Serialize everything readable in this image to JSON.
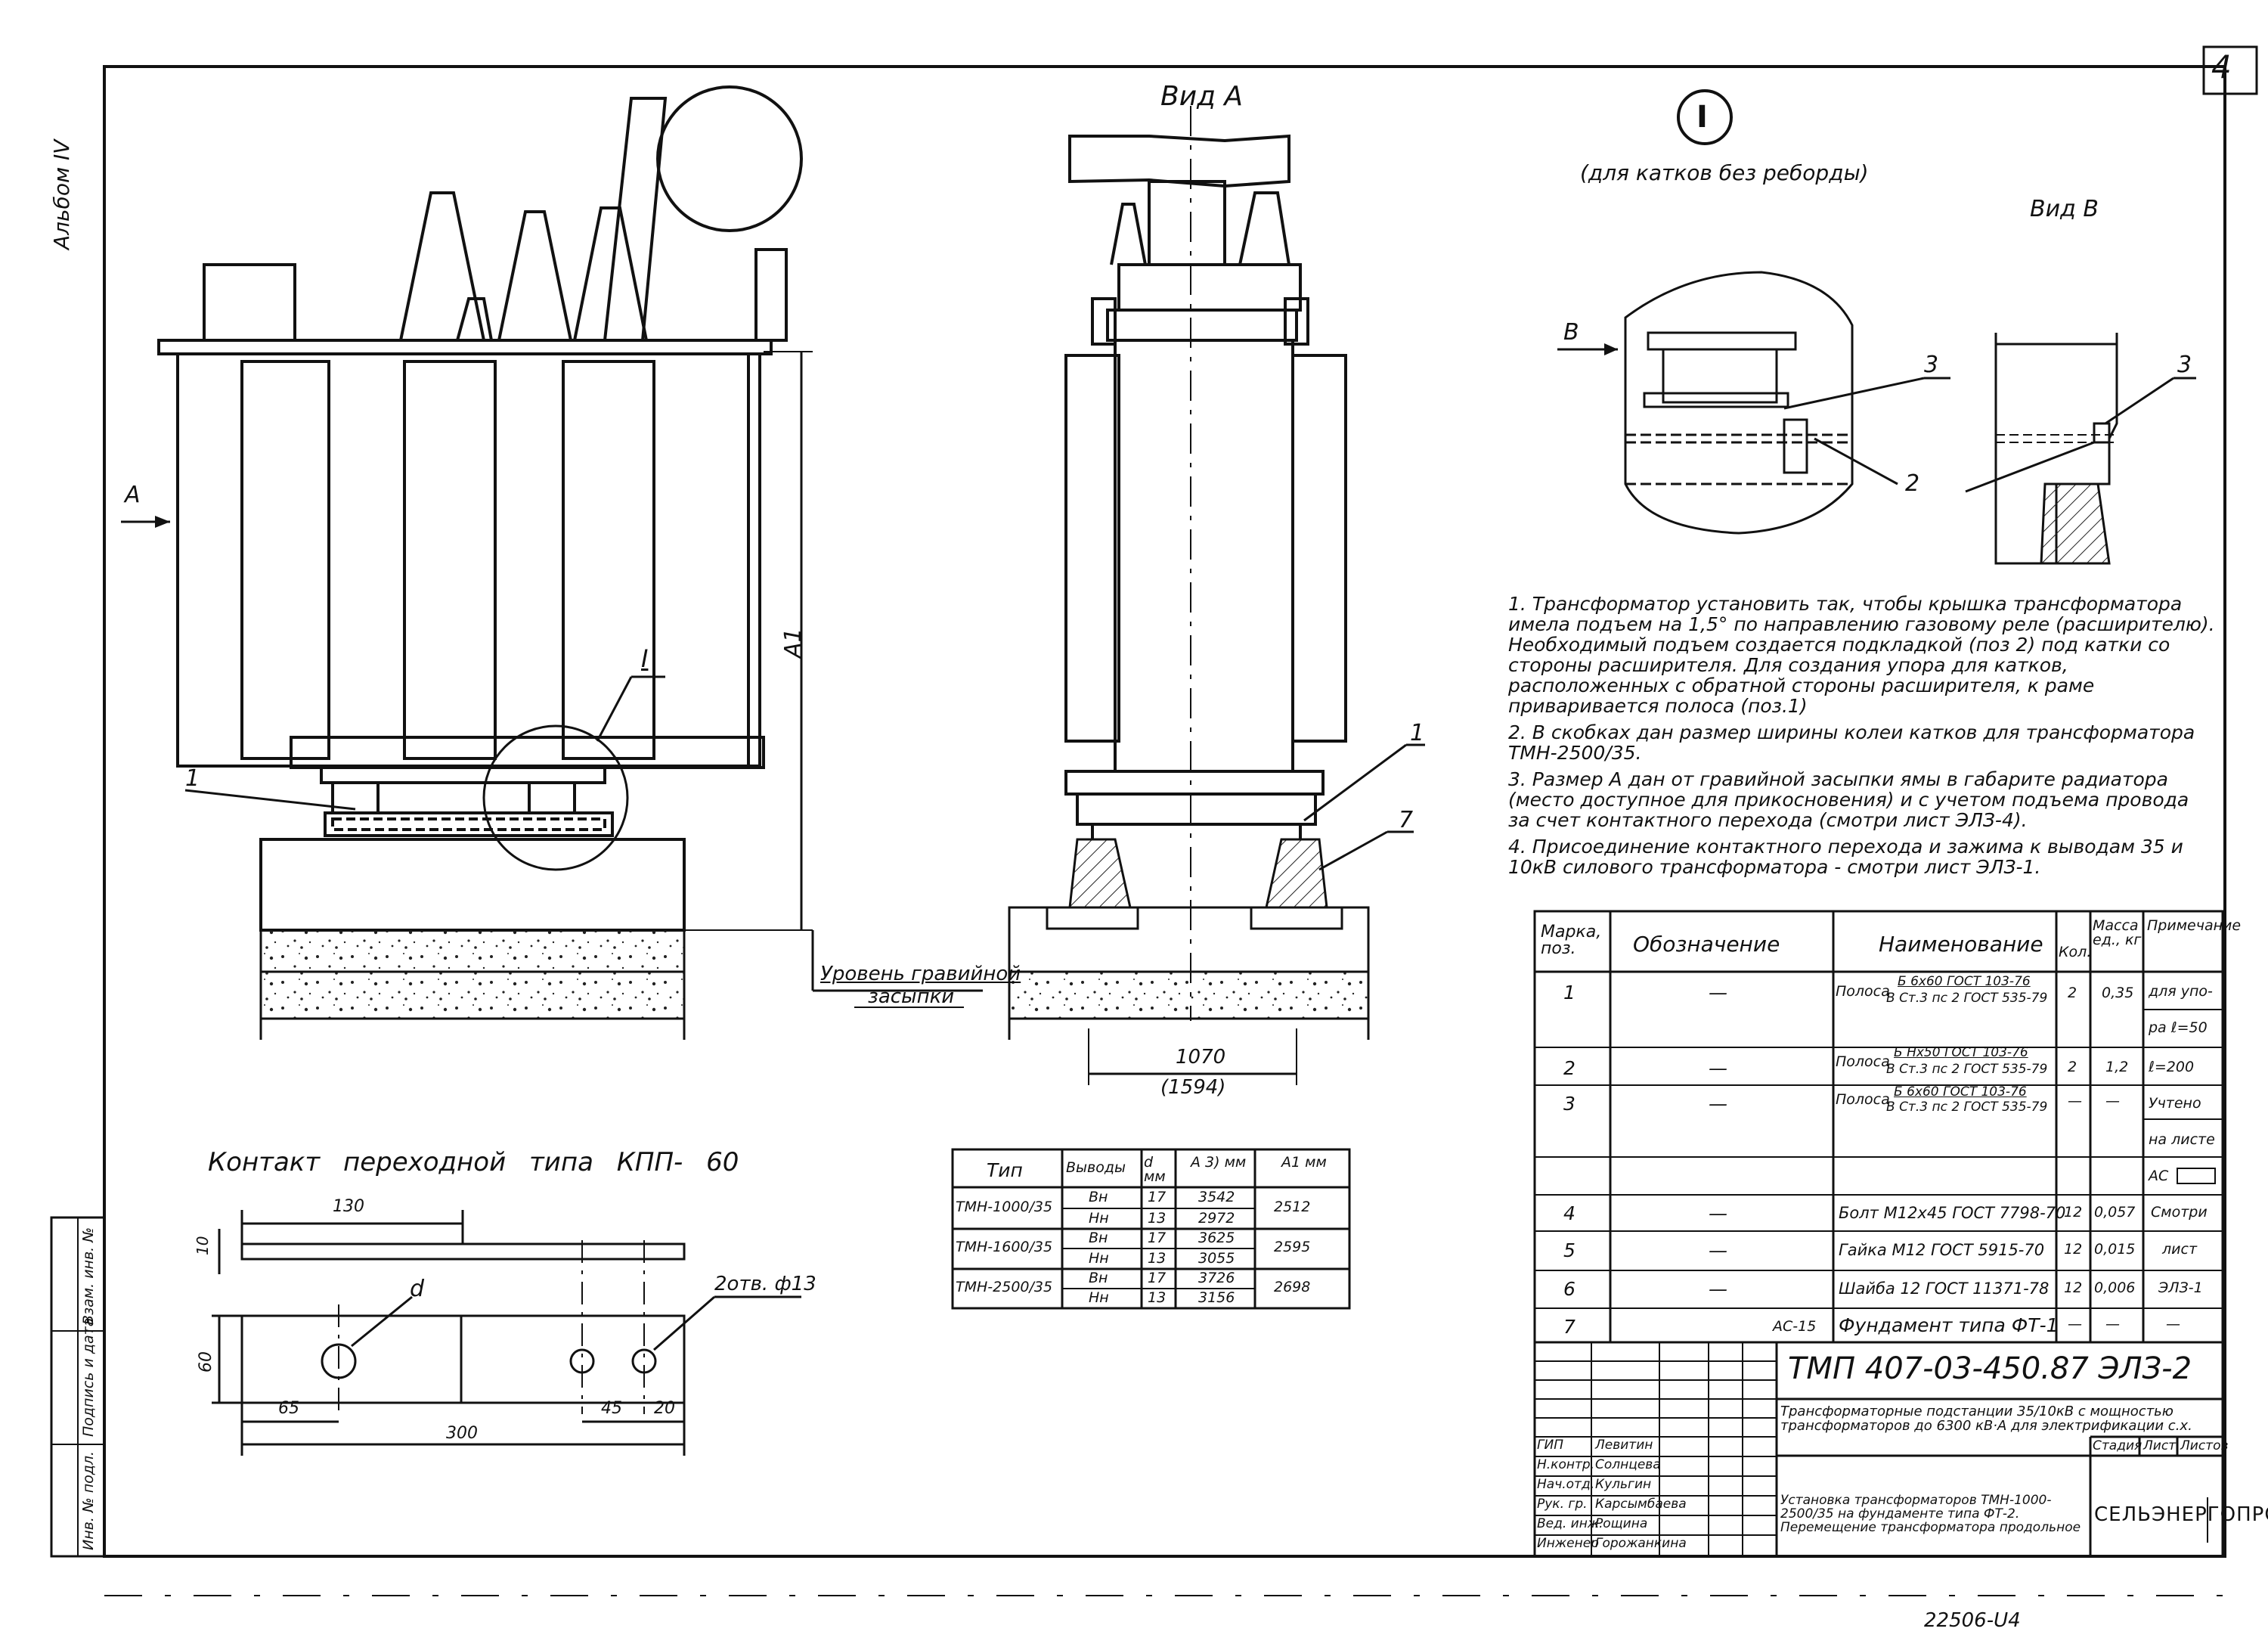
{
  "sheet": {
    "number": "4",
    "album": "Альбом IV",
    "code_bottom": "22506-U4"
  },
  "views": {
    "view_a": "Вид А",
    "view_b": "Вид В",
    "detail_mark": "I",
    "detail_caption": "(для катков без реборды)",
    "arrow_a": "А",
    "arrow_b": "В",
    "dim_a1": "А1",
    "detail_ref": "I",
    "ground_level_1": "Уровень гравийной",
    "ground_level_2": "засыпки",
    "gauge": "1070",
    "gauge_alt": "(1594)"
  },
  "callouts": {
    "c1": "1",
    "c1b": "1",
    "c7": "7",
    "c2": "2",
    "c3a": "3",
    "c3b": "3"
  },
  "contact": {
    "title": "Контакт переходной типа КПП- 60",
    "dim_130": "130",
    "dim_10": "10",
    "dim_60": "60",
    "dim_65": "65",
    "dim_300": "300",
    "dim_45": "45",
    "dim_20": "20",
    "label_d": "d",
    "holes": "2отв. ф13"
  },
  "notes": [
    "1. Трансформатор установить так, чтобы крышка трансформатора имела подъем на 1,5° по направлению газовому реле (расширителю). Необходимый подъем создается подкладкой (поз 2) под катки со стороны расширителя. Для создания упора для катков, расположенных с обратной стороны расширителя, к раме приваривается полоса (поз.1)",
    "2. В скобках дан размер ширины колеи катков для трансформатора ТМН-2500/35.",
    "3. Размер А дан от гравийной засыпки ямы в габарите радиатора (место доступное для прикосновения) и с учетом подъема провода за счет контактного перехода (смотри лист ЭЛЗ-4).",
    "4. Присоединение контактного перехода и зажима к выводам 35 и 10кВ силового трансформатора - смотри лист ЭЛЗ-1."
  ],
  "sizes_table": {
    "headers": [
      "Тип",
      "Выводы",
      "d мм",
      "А 3) мм",
      "А1 мм"
    ],
    "rows": [
      {
        "type": "ТМН-1000/35",
        "out1": "Вн",
        "out2": "Нн",
        "d1": "17",
        "d2": "13",
        "a1": "3542",
        "a2": "2972",
        "a1val": "2512"
      },
      {
        "type": "ТМН-1600/35",
        "out1": "Вн",
        "out2": "Нн",
        "d1": "17",
        "d2": "13",
        "a1": "3625",
        "a2": "3055",
        "a1val": "2595"
      },
      {
        "type": "ТМН-2500/35",
        "out1": "Вн",
        "out2": "Нн",
        "d1": "17",
        "d2": "13",
        "a1": "3726",
        "a2": "3156",
        "a1val": "2698"
      }
    ]
  },
  "spec_table": {
    "headers": {
      "pos": "Марка, поз.",
      "designation": "Обозначение",
      "name": "Наименование",
      "qty": "Кол.",
      "mass": "Масса ед., кг",
      "note": "Примечание"
    },
    "rows": [
      {
        "pos": "1",
        "designation": "—",
        "name_main": "Полоса",
        "name_top": "Б 6x60 ГОСТ 103-76",
        "name_bot": "В Ст.3 пс 2 ГОСТ 535-79",
        "qty": "2",
        "mass": "0,35",
        "note": "для упо-"
      },
      {
        "pos": "",
        "designation": "",
        "name_main": "",
        "name_top": "",
        "name_bot": "",
        "qty": "",
        "mass": "",
        "note": "ра ℓ=50"
      },
      {
        "pos": "2",
        "designation": "—",
        "name_main": "Полоса",
        "name_top": "Б Нх50 ГОСТ 103-76",
        "name_bot": "В Ст.3 пс 2 ГОСТ 535-79",
        "qty": "2",
        "mass": "1,2",
        "note": "ℓ=200"
      },
      {
        "pos": "3",
        "designation": "—",
        "name_main": "Полоса",
        "name_top": "Б 6x60 ГОСТ 103-76",
        "name_bot": "В Ст.3 пс 2 ГОСТ 535-79",
        "qty": "—",
        "mass": "—",
        "note": "Учтено"
      },
      {
        "pos": "",
        "designation": "",
        "name_main": "",
        "name_top": "",
        "name_bot": "",
        "qty": "",
        "mass": "",
        "note": "на листе"
      },
      {
        "pos": "",
        "designation": "",
        "name_main": "",
        "name_top": "",
        "name_bot": "",
        "qty": "",
        "mass": "",
        "note": "АС"
      },
      {
        "pos": "4",
        "designation": "—",
        "name_main": "Болт М12х45 ГОСТ 7798-70",
        "name_top": "",
        "name_bot": "",
        "qty": "12",
        "mass": "0,057",
        "note": "Смотри"
      },
      {
        "pos": "5",
        "designation": "—",
        "name_main": "Гайка М12 ГОСТ 5915-70",
        "name_top": "",
        "name_bot": "",
        "qty": "12",
        "mass": "0,015",
        "note": "лист"
      },
      {
        "pos": "6",
        "designation": "—",
        "name_main": "Шайба 12 ГОСТ 11371-78",
        "name_top": "",
        "name_bot": "",
        "qty": "12",
        "mass": "0,006",
        "note": "ЭЛЗ-1"
      },
      {
        "pos": "7",
        "designation": "АС-15",
        "name_main": "Фундамент типа ФТ-1",
        "name_top": "",
        "name_bot": "",
        "qty": "—",
        "mass": "—",
        "note": "—"
      }
    ]
  },
  "title_block": {
    "code": "ТМП 407-03-450.87 ЭЛЗ-2",
    "project": "Трансформаторные подстанции 35/10кВ с мощностью трансформаторов до 6300 кВ·А для электрификации с.х.",
    "stage_h": "Стадия",
    "sheet_h": "Лист",
    "sheets_h": "Листов",
    "drawing_title": "Установка трансформаторов ТМН-1000-2500/35 на фундаменте типа ФТ-2. Перемещение трансформатора продольное",
    "org": "СЕЛЬЭНЕРГОПРОЕКТ",
    "staff": [
      {
        "role": "ГИП",
        "name": "Левитин"
      },
      {
        "role": "Н.контр.",
        "name": "Солнцева"
      },
      {
        "role": "Нач.отд.",
        "name": "Кульгин"
      },
      {
        "role": "Рук. гр.",
        "name": "Карсымбаева"
      },
      {
        "role": "Вед. инж.",
        "name": "Рощина"
      },
      {
        "role": "Инженер",
        "name": "Горожанкина"
      }
    ],
    "side_stamps": [
      "Инв. № подл.",
      "Подпись и дата",
      "Взам. инв. №"
    ]
  }
}
